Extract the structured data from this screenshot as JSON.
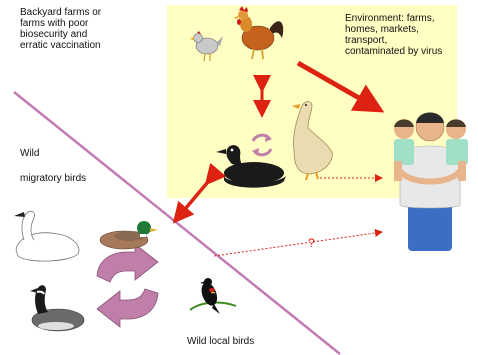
{
  "labels": {
    "backyard": "Backyard farms or\nfarms with poor\nbiosecurity and\nerratic vaccination",
    "environment": "Environment: farms,\nhomes, markets,\ntransport,\ncontaminated by virus",
    "wild_title": "Wild",
    "wild_sub": "migratory birds",
    "wild_local": "Wild local birds",
    "question": "?"
  },
  "colors": {
    "environment_background": "#ffffc4",
    "divider_line": "#c37bb5",
    "red_arrow": "#dd2211",
    "cycle_arrows": "#c07fa8"
  },
  "icons": [
    "rooster-icon",
    "hen-icon",
    "goose-icon",
    "duck-icon",
    "swan-icon",
    "mallard-icon",
    "canada-goose-icon",
    "red-winged-blackbird-icon",
    "family-icon"
  ]
}
